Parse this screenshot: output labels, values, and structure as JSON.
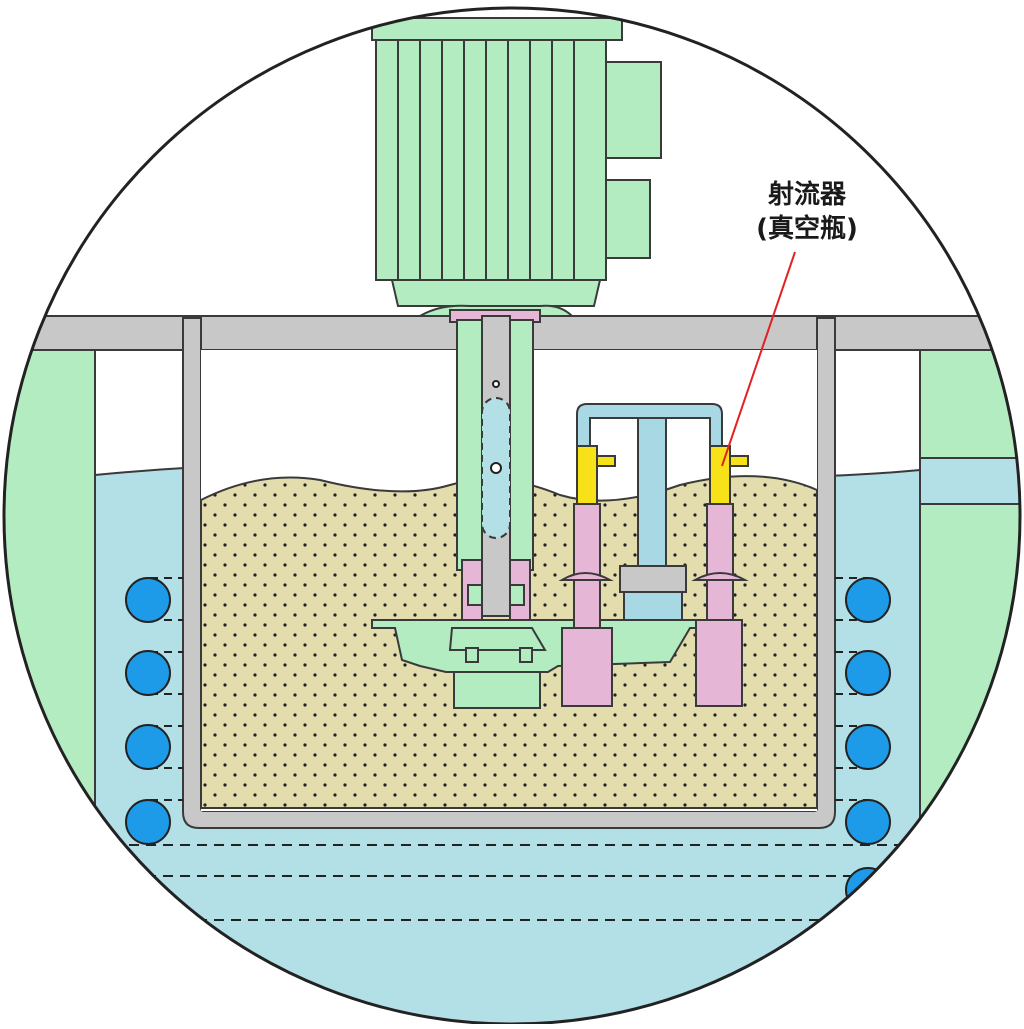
{
  "callout": {
    "line1": "射流器",
    "line2": "(真空瓶)"
  },
  "colors": {
    "motor_green": "#b3ecc0",
    "water_blue": "#b3dfe6",
    "sand": "#e3ddae",
    "pink_part": "#e6b6d6",
    "yellow_ejector": "#f7e21a",
    "pipe_blue": "#a7d8e3",
    "gray_frame": "#c8c8c8",
    "heater_blue": "#1e9be8",
    "callout_line": "#e52020",
    "outline": "#3a3a3a"
  },
  "icons": [
    "motor",
    "tank",
    "impeller",
    "ejector",
    "heating-coil"
  ]
}
